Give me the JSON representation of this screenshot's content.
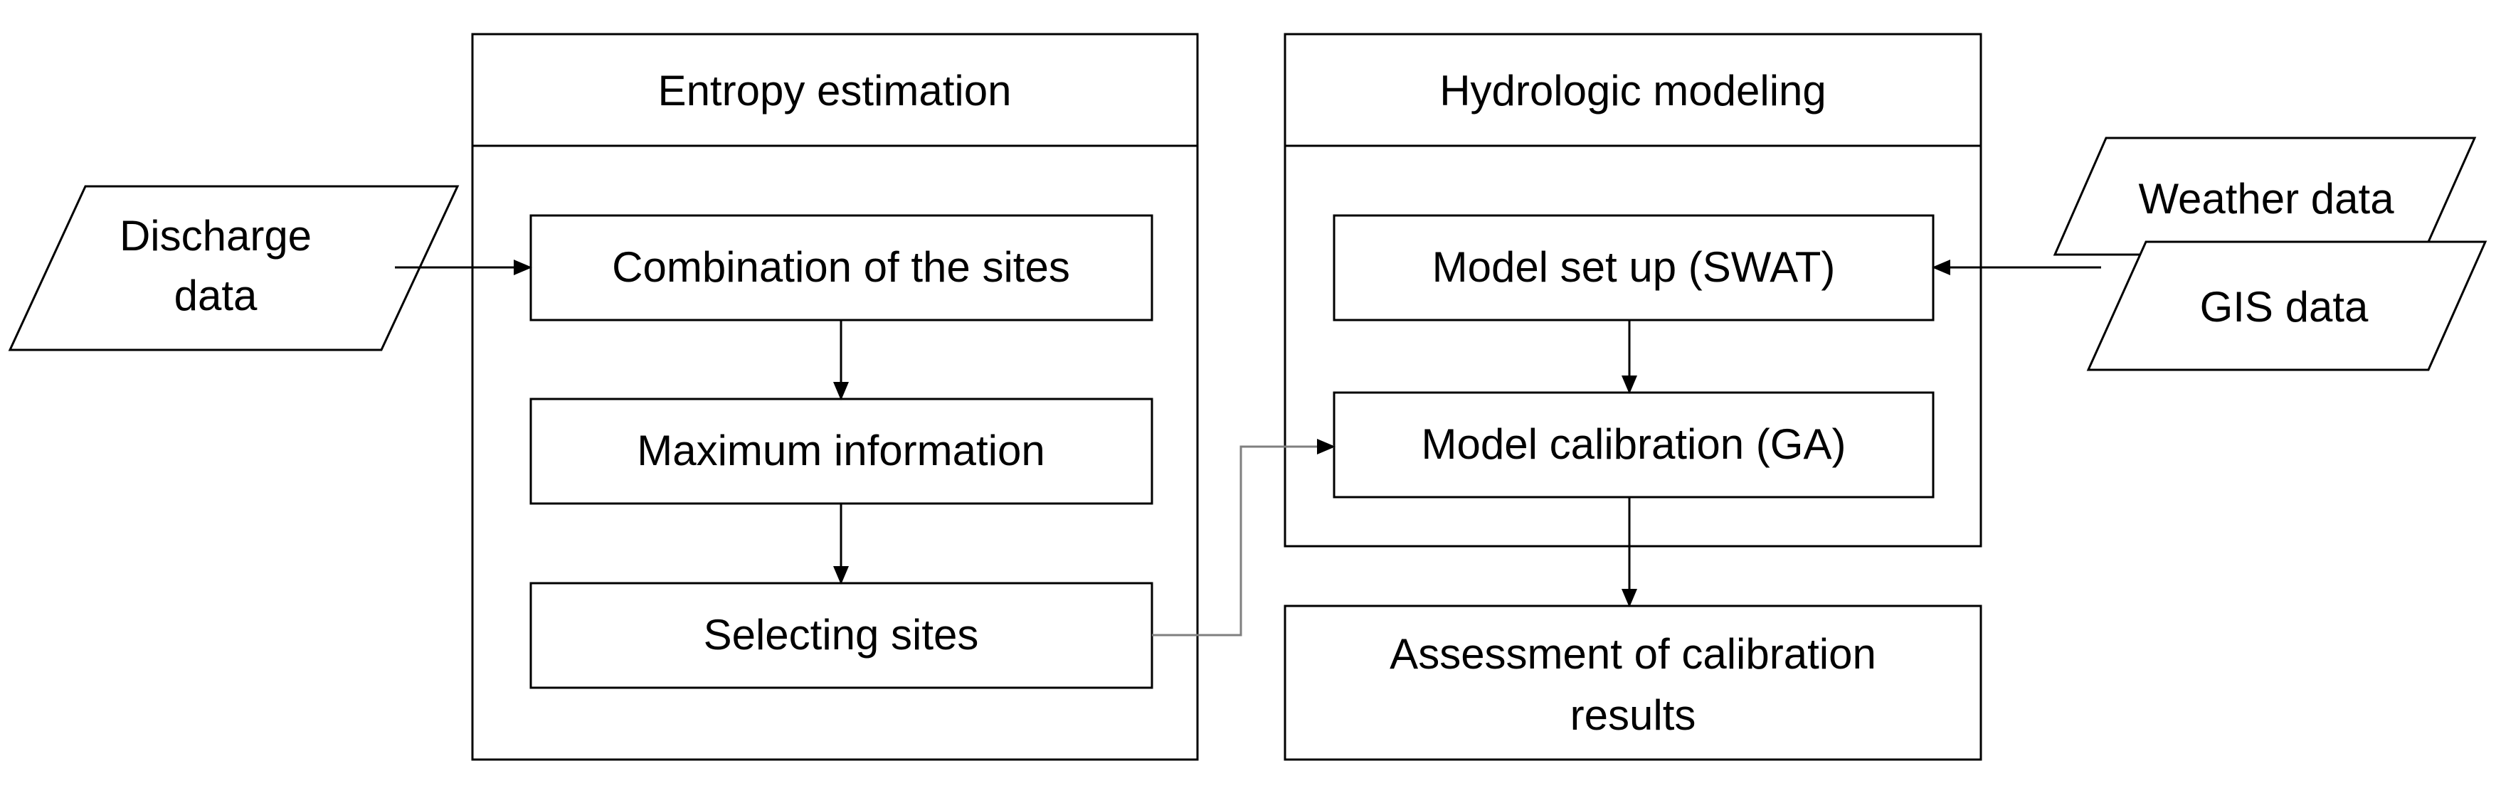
{
  "entropy": {
    "title": "Entropy estimation",
    "step1": "Combination of the sites",
    "step2": "Maximum information",
    "step3": "Selecting sites"
  },
  "hydrologic": {
    "title": "Hydrologic modeling",
    "step1": "Model set up (SWAT)",
    "step2": "Model calibration (GA)"
  },
  "assessment": {
    "line1": "Assessment of calibration",
    "line2": "results"
  },
  "inputs": {
    "discharge_line1": "Discharge",
    "discharge_line2": "data",
    "weather": "Weather data",
    "gis": "GIS data"
  }
}
